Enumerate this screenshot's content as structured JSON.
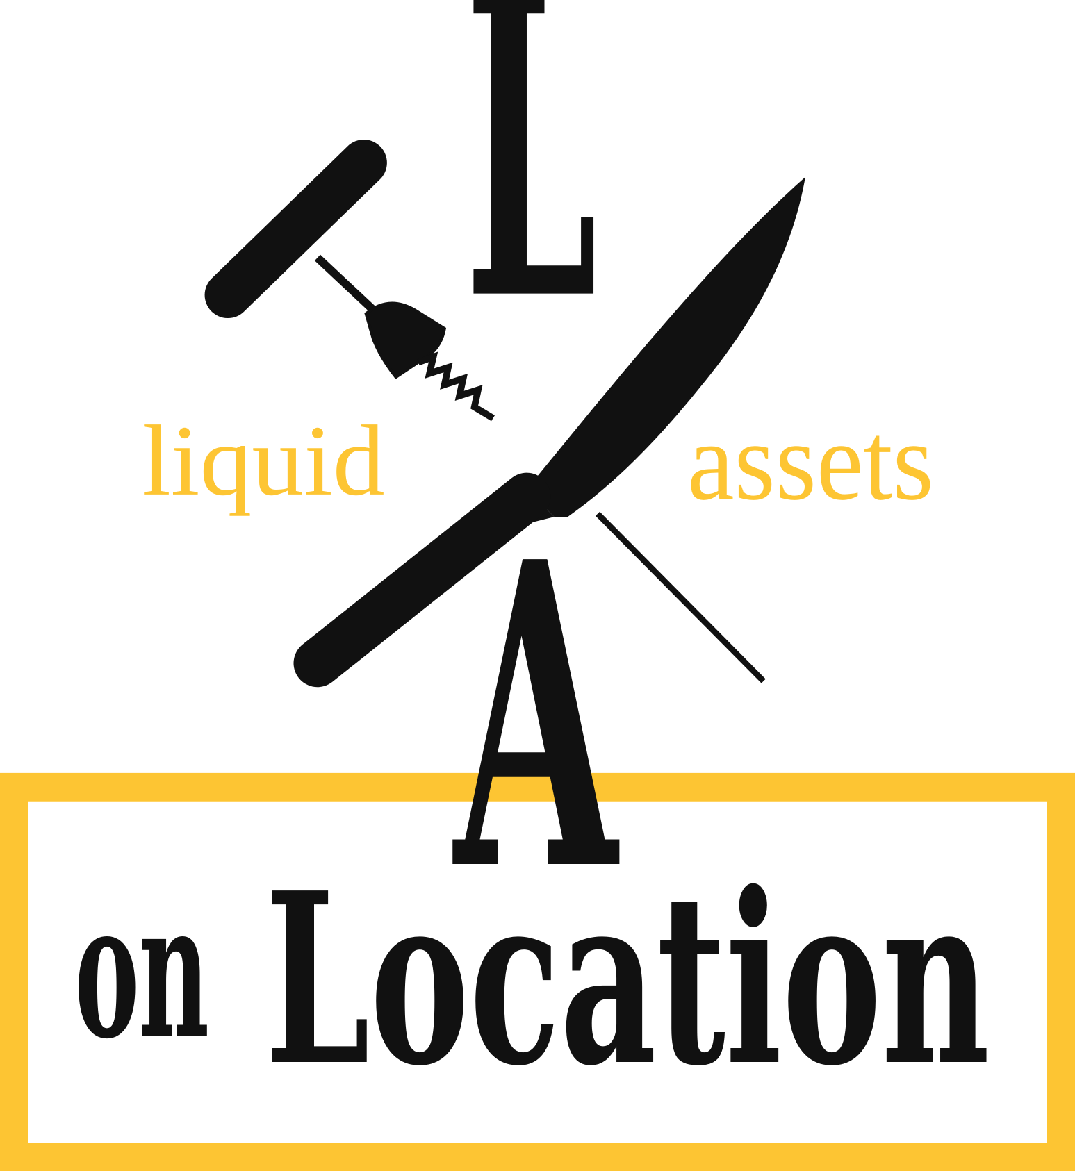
{
  "logo": {
    "letter_top": "L",
    "letter_bottom": "A",
    "word_left": "liquid",
    "word_right": "assets",
    "tagline_small": "on",
    "tagline_large": "Location"
  },
  "colors": {
    "accent": "#FDC533",
    "ink": "#111111",
    "background": "#ffffff"
  },
  "icons": [
    "corkscrew-icon",
    "chef-knife-icon",
    "sharpening-rod-icon"
  ]
}
